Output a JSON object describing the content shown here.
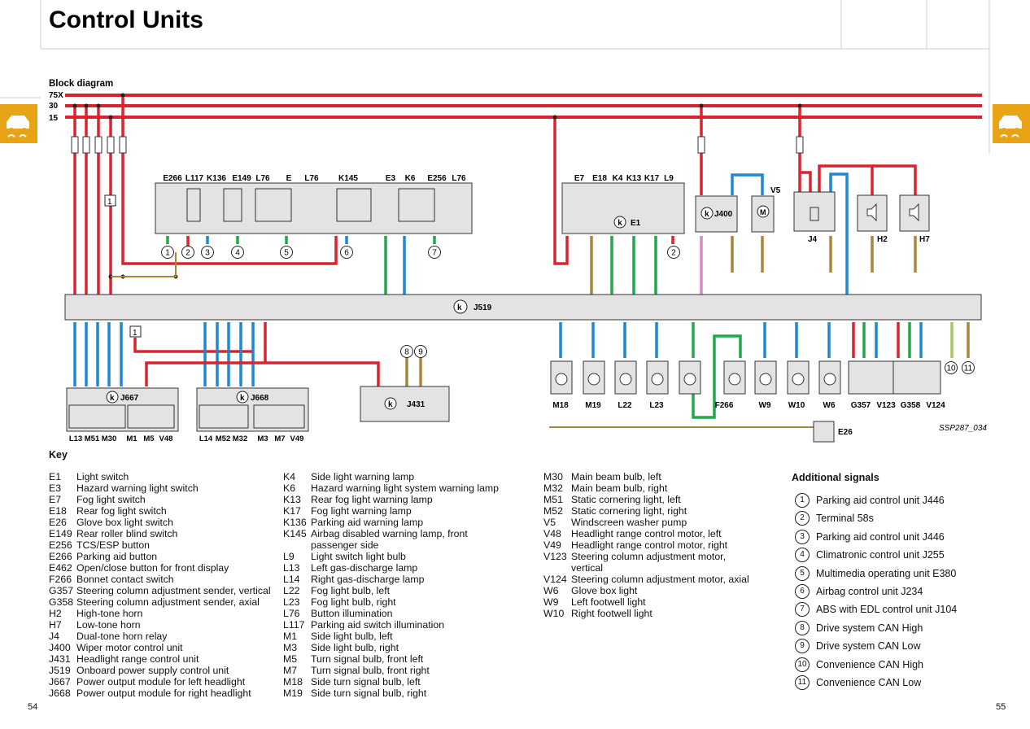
{
  "title": "Control Units",
  "block_diagram_label": "Block diagram",
  "figure_code": "SSP287_034",
  "terminals": [
    "75X",
    "30",
    "15"
  ],
  "central_unit": "J519",
  "top_left_module_labels": [
    "E266",
    "L117",
    "K136",
    "E149",
    "L76",
    "E",
    "L76",
    "K145",
    "E3",
    "K6",
    "E256",
    "L76"
  ],
  "top_right_module_labels": [
    "E7",
    "E18",
    "K4",
    "K13",
    "K17",
    "L9"
  ],
  "top_right_module_name": "E1",
  "devices_top": [
    "J400",
    "V5",
    "J4",
    "H2",
    "H7"
  ],
  "bottom_modules": {
    "j667": {
      "name": "J667",
      "labels": [
        "L13",
        "M51",
        "M30",
        "M1",
        "M5",
        "V48"
      ]
    },
    "j668": {
      "name": "J668",
      "labels": [
        "L14",
        "M52",
        "M32",
        "M3",
        "M7",
        "V49"
      ]
    },
    "j431": {
      "name": "J431"
    }
  },
  "bottom_right_labels": [
    "M18",
    "M19",
    "L22",
    "L23",
    "F266",
    "W9",
    "W10",
    "W6",
    "G357",
    "V123",
    "G358",
    "V124",
    "E26"
  ],
  "bridge_label": "1",
  "connector_numbers": [
    "1",
    "2",
    "3",
    "4",
    "5",
    "6",
    "7",
    "8",
    "9",
    "10",
    "11"
  ],
  "key_title": "Key",
  "key_col1": [
    [
      "E1",
      "Light switch"
    ],
    [
      "E3",
      "Hazard warning light switch"
    ],
    [
      "E7",
      "Fog light switch"
    ],
    [
      "E18",
      "Rear fog light switch"
    ],
    [
      "E26",
      "Glove box light switch"
    ],
    [
      "E149",
      "Rear roller blind switch"
    ],
    [
      "E256",
      "TCS/ESP button"
    ],
    [
      "E266",
      "Parking aid button"
    ],
    [
      "E462",
      "Open/close button for front display"
    ],
    [
      "F266",
      "Bonnet contact switch"
    ],
    [
      "G357",
      "Steering column adjustment sender, vertical"
    ],
    [
      "G358",
      "Steering column adjustment sender, axial"
    ],
    [
      "H2",
      "High-tone horn"
    ],
    [
      "H7",
      "Low-tone horn"
    ],
    [
      "J4",
      "Dual-tone horn relay"
    ],
    [
      "J400",
      "Wiper motor control unit"
    ],
    [
      "J431",
      "Headlight range control unit"
    ],
    [
      "J519",
      "Onboard power supply control unit"
    ],
    [
      "J667",
      "Power output module for left headlight"
    ],
    [
      "J668",
      "Power output module for right headlight"
    ]
  ],
  "key_col2": [
    [
      "K4",
      "Side light warning lamp"
    ],
    [
      "K6",
      "Hazard warning light system warning lamp"
    ],
    [
      "K13",
      "Rear fog light warning lamp"
    ],
    [
      "K17",
      "Fog light warning lamp"
    ],
    [
      "K136",
      "Parking aid warning lamp"
    ],
    [
      "K145",
      "Airbag disabled warning lamp, front passenger side"
    ],
    [
      "L9",
      "Light switch light bulb"
    ],
    [
      "L13",
      "Left gas-discharge lamp"
    ],
    [
      "L14",
      "Right gas-discharge lamp"
    ],
    [
      "L22",
      "Fog light bulb, left"
    ],
    [
      "L23",
      "Fog light bulb, right"
    ],
    [
      "L76",
      "Button illumination"
    ],
    [
      "L117",
      "Parking aid switch illumination"
    ],
    [
      "M1",
      "Side light bulb, left"
    ],
    [
      "M3",
      "Side light bulb, right"
    ],
    [
      "M5",
      "Turn signal bulb, front left"
    ],
    [
      "M7",
      "Turn signal bulb, front right"
    ],
    [
      "M18",
      "Side turn signal bulb, left"
    ],
    [
      "M19",
      "Side turn signal bulb, right"
    ]
  ],
  "key_col3": [
    [
      "M30",
      "Main beam bulb, left"
    ],
    [
      "M32",
      "Main beam bulb, right"
    ],
    [
      "M51",
      "Static cornering light, left"
    ],
    [
      "M52",
      "Static cornering light, right"
    ],
    [
      "V5",
      "Windscreen washer pump"
    ],
    [
      "V48",
      "Headlight range control motor, left"
    ],
    [
      "V49",
      "Headlight range control motor, right"
    ],
    [
      "V123",
      "Steering column adjustment motor, vertical"
    ],
    [
      "V124",
      "Steering column adjustment motor, axial"
    ],
    [
      "W6",
      "Glove box light"
    ],
    [
      "W9",
      "Left footwell light"
    ],
    [
      "W10",
      "Right footwell light"
    ]
  ],
  "additional_title": "Additional signals",
  "additional_signals": [
    [
      "1",
      "Parking aid control unit J446"
    ],
    [
      "2",
      "Terminal 58s"
    ],
    [
      "3",
      "Parking aid control unit J446"
    ],
    [
      "4",
      "Climatronic control unit J255"
    ],
    [
      "5",
      "Multimedia operating unit E380"
    ],
    [
      "6",
      "Airbag control unit J234"
    ],
    [
      "7",
      "ABS with EDL control unit J104"
    ],
    [
      "8",
      "Drive system CAN High"
    ],
    [
      "9",
      "Drive system CAN Low"
    ],
    [
      "10",
      "Convenience CAN High"
    ],
    [
      "11",
      "Convenience CAN Low"
    ]
  ],
  "page_left": "54",
  "page_right": "55",
  "colors": {
    "red": "#d9232e",
    "blue": "#1e88d0",
    "green": "#22a84a",
    "brown": "#a8873c",
    "pink": "#d58ac0",
    "grey_box": "#e3e3e3",
    "orange_icon": "#e8a317"
  }
}
